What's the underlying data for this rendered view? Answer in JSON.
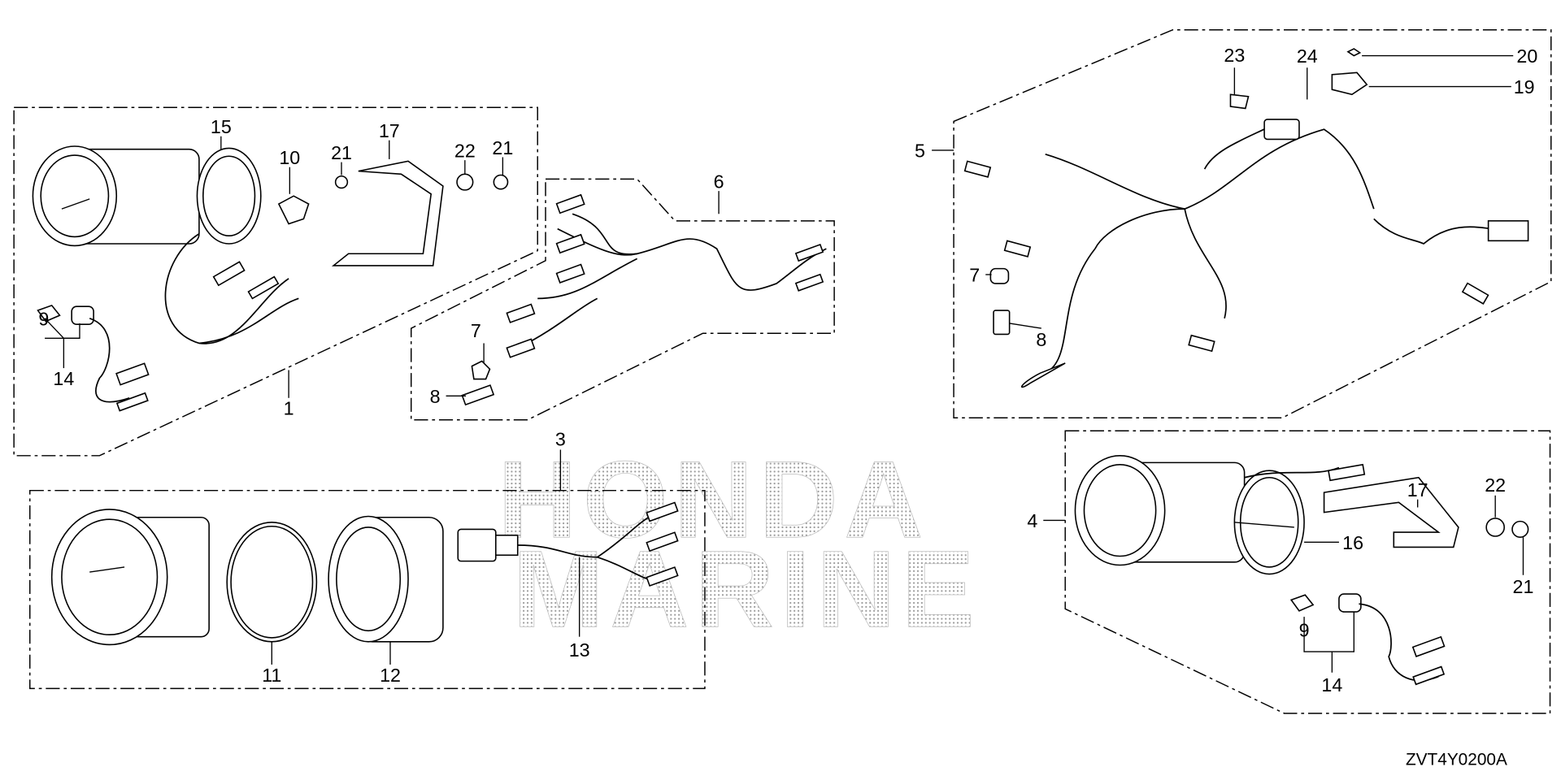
{
  "diagram": {
    "code": "ZVT4Y0200A",
    "watermark": [
      "HONDA",
      "MARINE"
    ],
    "callouts": {
      "c15": "15",
      "c10": "10",
      "c21a": "21",
      "c17a": "17",
      "c22a": "22",
      "c21b": "21",
      "c6": "6",
      "c9a": "9",
      "c14a": "14",
      "c1": "1",
      "c7a": "7",
      "c8a": "8",
      "c3": "3",
      "c11": "11",
      "c12": "12",
      "c13": "13",
      "c5": "5",
      "c23": "23",
      "c24": "24",
      "c20": "20",
      "c19": "19",
      "c7b": "7",
      "c8b": "8",
      "c4": "4",
      "c17b": "17",
      "c22b": "22",
      "c16": "16",
      "c21c": "21",
      "c9b": "9",
      "c14b": "14"
    }
  }
}
